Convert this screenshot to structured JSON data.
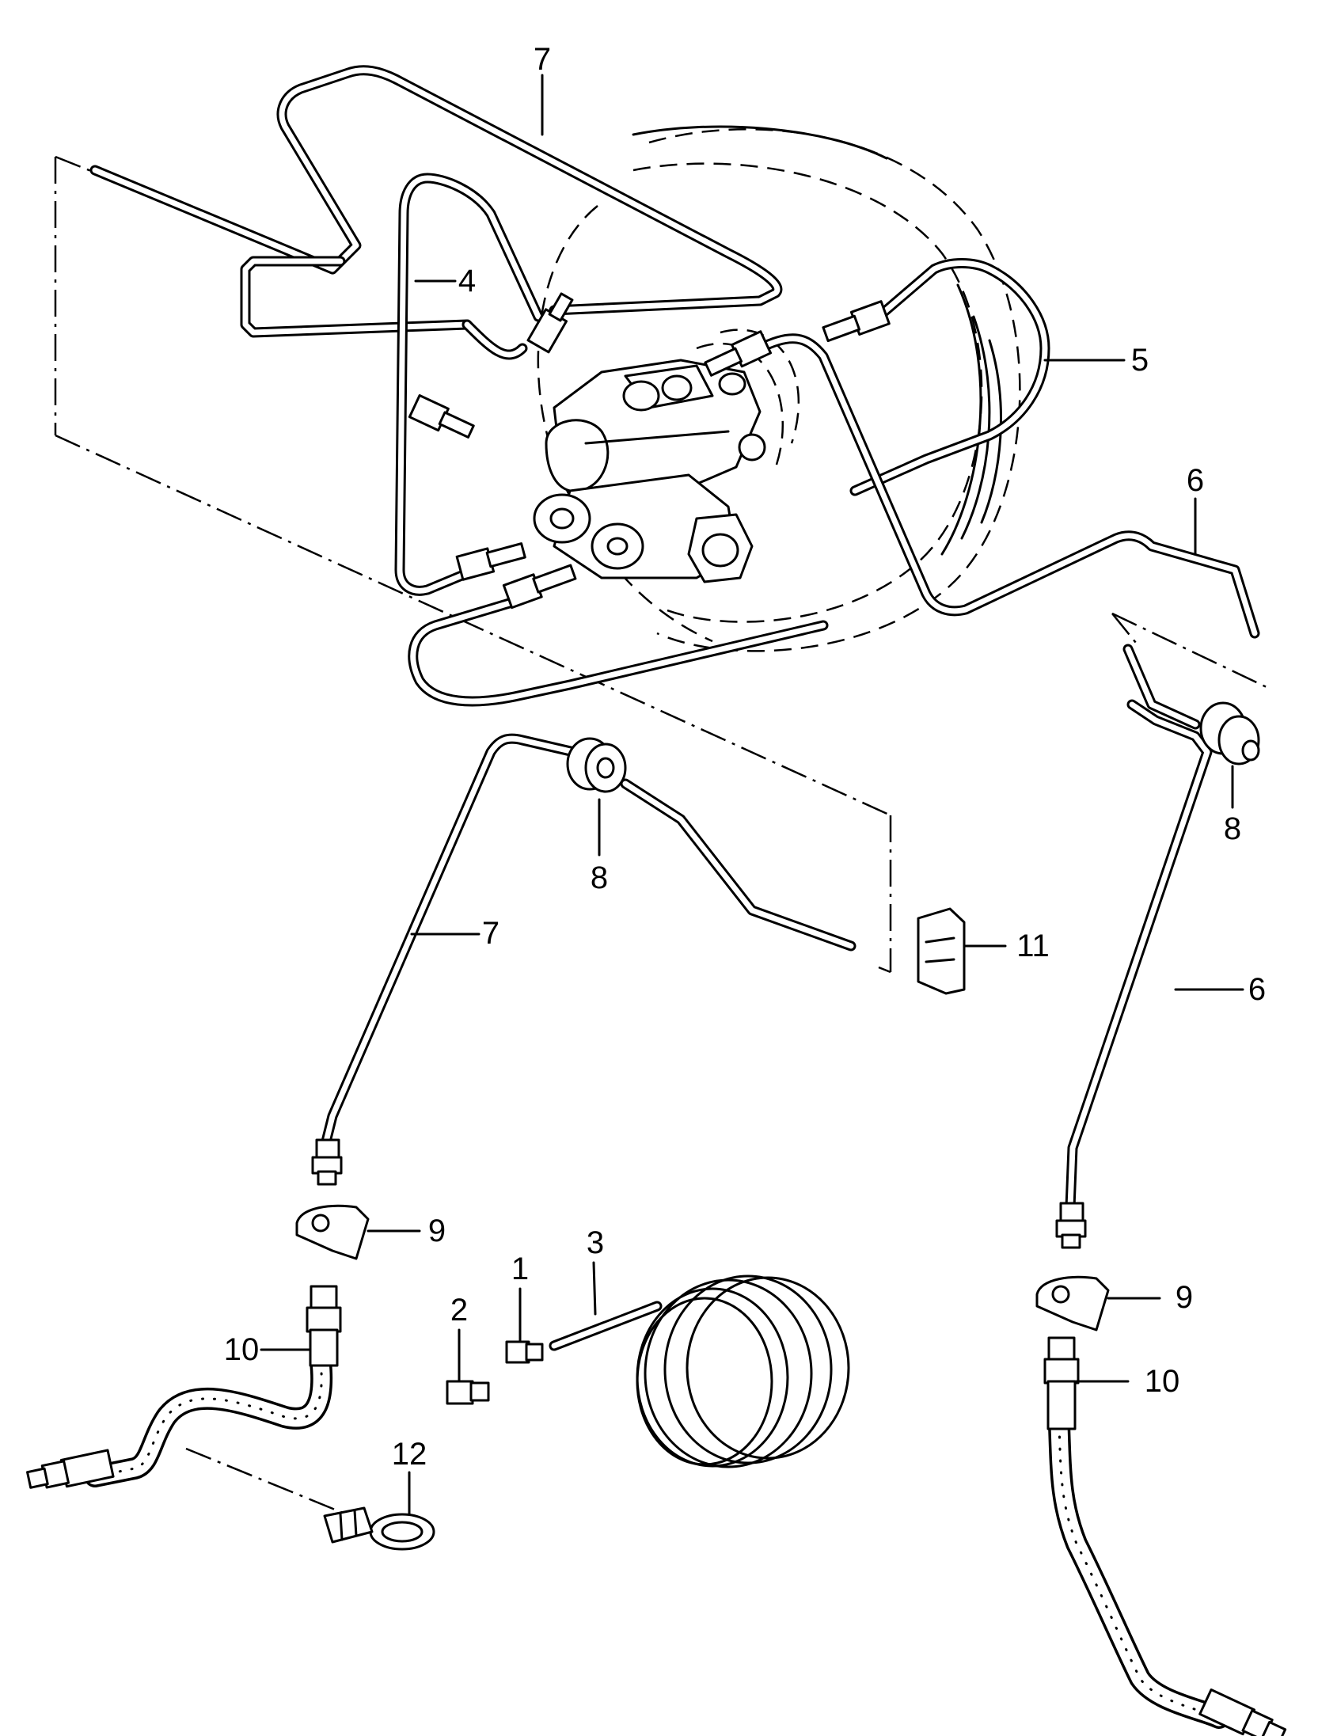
{
  "callouts": [
    {
      "id": "c7-top",
      "text": "7"
    },
    {
      "id": "c4",
      "text": "4"
    },
    {
      "id": "c5",
      "text": "5"
    },
    {
      "id": "c6-top",
      "text": "6"
    },
    {
      "id": "c8-left",
      "text": "8"
    },
    {
      "id": "c8-right",
      "text": "8"
    },
    {
      "id": "c7-mid",
      "text": "7"
    },
    {
      "id": "c11",
      "text": "11"
    },
    {
      "id": "c6-mid",
      "text": "6"
    },
    {
      "id": "c9-left",
      "text": "9"
    },
    {
      "id": "c9-right",
      "text": "9"
    },
    {
      "id": "c3",
      "text": "3"
    },
    {
      "id": "c1",
      "text": "1"
    },
    {
      "id": "c2",
      "text": "2"
    },
    {
      "id": "c10-left",
      "text": "10"
    },
    {
      "id": "c10-right",
      "text": "10"
    },
    {
      "id": "c12",
      "text": "12"
    }
  ]
}
